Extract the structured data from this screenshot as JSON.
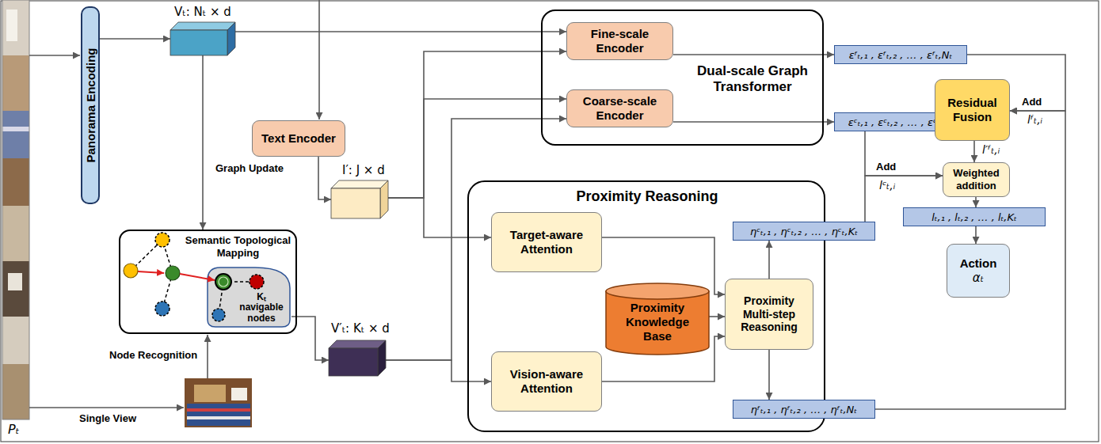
{
  "diagram": {
    "nodes": [
      {
        "text": [
          "Panorama Encoding"
        ]
      },
      {
        "text": [
          "Vₜ: Nₜ × d"
        ]
      },
      {
        "text": [
          "Text Encoder"
        ]
      },
      {
        "text": [
          "I′: J × d"
        ]
      },
      {
        "text": [
          "Dual-scale Graph Transformer"
        ]
      },
      {
        "text": [
          "Fine-scale Encoder"
        ],
        "in": 4
      },
      {
        "text": [
          "Coarse-scale Encoder"
        ],
        "in": 4
      },
      {
        "text": [
          "εᶠₜ,₁ , εᶠₜ,₂ , … , εᶠₜ,Nₜ"
        ]
      },
      {
        "text": [
          "εᶜₜ,₁ , εᶜₜ,₂ , … , εᶜₜ,Kₜ"
        ]
      },
      {
        "text": [
          "Semantic Topological Mapping"
        ]
      },
      {
        "text": [
          "Kₜ navigable nodes"
        ],
        "in": 9
      },
      {
        "text": [
          "V′ₜ: Kₜ × d"
        ]
      },
      {
        "text": [
          "Proximity Reasoning"
        ]
      },
      {
        "text": [
          "Target-aware Attention"
        ],
        "in": 12
      },
      {
        "text": [
          "Vision-aware Attention"
        ],
        "in": 12
      },
      {
        "text": [
          "Proximity Knowledge Base"
        ],
        "in": 12
      },
      {
        "text": [
          "Proximity Multi-step Reasoning"
        ],
        "in": 12
      },
      {
        "text": [
          "ηᶜₜ,₁ , ηᶜₜ,₂ , … , ηᶜₜ,Kₜ"
        ]
      },
      {
        "text": [
          "ηᶠₜ,₁ , ηᶠₜ,₂ , … , ηᶠₜ,Nₜ"
        ]
      },
      {
        "text": [
          "Residual Fusion"
        ]
      },
      {
        "text": [
          "Weighted addition"
        ]
      },
      {
        "text": [
          "lₜ,₁ , lₜ,₂ , … , lₜ,Kₜ"
        ]
      },
      {
        "text": [
          "Action",
          "αₜ"
        ]
      }
    ],
    "edges": [
      {
        "from": 0,
        "to": 1,
        "arrow": "to"
      },
      {
        "from": 1,
        "to": 5,
        "arrow": "to"
      },
      {
        "from": 1,
        "to": 9,
        "label": "Graph Update",
        "arrow": "to"
      },
      {
        "from": 2,
        "to": 3,
        "arrow": "to"
      },
      {
        "from": 3,
        "to": 5,
        "arrow": "to"
      },
      {
        "from": 3,
        "to": 6,
        "arrow": "to"
      },
      {
        "from": 3,
        "to": 13,
        "arrow": "to"
      },
      {
        "from": 10,
        "to": 11,
        "arrow": "to"
      },
      {
        "from": 11,
        "to": 6,
        "arrow": "to"
      },
      {
        "from": 11,
        "to": 14,
        "arrow": "to"
      },
      {
        "from": 5,
        "to": 7,
        "arrow": "to"
      },
      {
        "from": 6,
        "to": 8,
        "arrow": "to"
      },
      {
        "from": 13,
        "to": 16,
        "arrow": "to"
      },
      {
        "from": 15,
        "to": 16,
        "arrow": "to"
      },
      {
        "from": 14,
        "to": 16,
        "arrow": "to"
      },
      {
        "from": 16,
        "to": 17,
        "arrow": "to"
      },
      {
        "from": 16,
        "to": 18,
        "arrow": "to"
      },
      {
        "from": 8,
        "to": 20,
        "arrow": "to"
      },
      {
        "from": 17,
        "to": 20,
        "arrow": "to"
      },
      {
        "from": 7,
        "to": 19,
        "arrow": "to"
      },
      {
        "from": 18,
        "to": 19,
        "arrow": "to"
      },
      {
        "from": 19,
        "to": 20,
        "label": "l′ᶠₜ,ᵢ",
        "arrow": "to"
      },
      {
        "from": 20,
        "to": 21,
        "arrow": "to"
      },
      {
        "from": 21,
        "to": 22,
        "arrow": "to"
      }
    ],
    "labels": [
      "Pₜ",
      "Single View",
      "Node Recognition",
      "Add",
      "lᶠₜ,ᵢ",
      "Add",
      "lᶜₜ,ᵢ"
    ]
  }
}
